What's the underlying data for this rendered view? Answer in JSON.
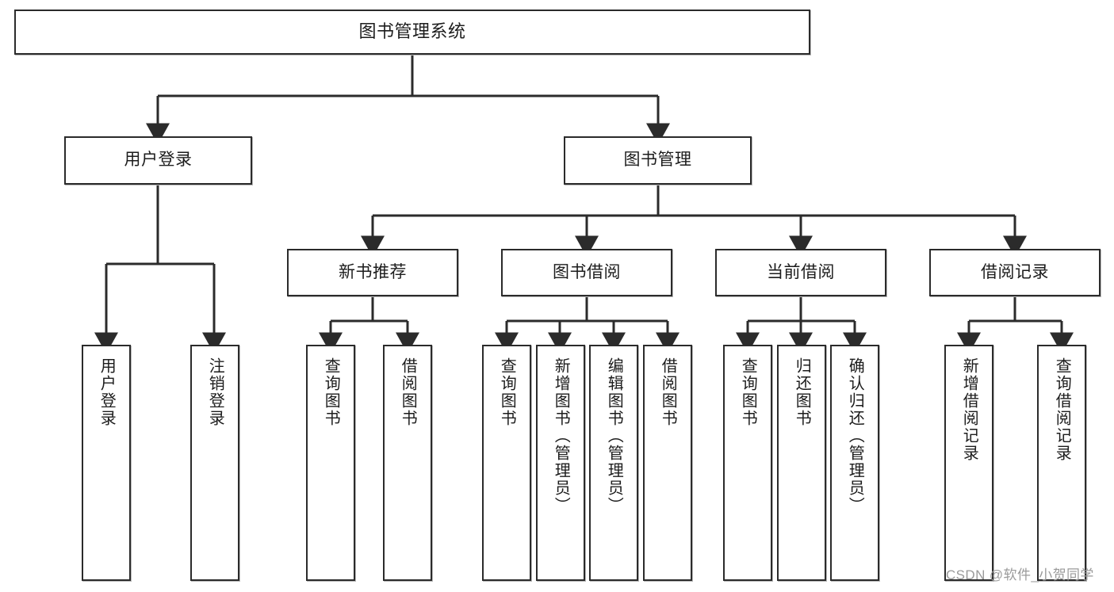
{
  "diagram": {
    "type": "tree",
    "title": "图书管理系统",
    "orientation": "top-down",
    "colors": {
      "box_border": "#2b2b2b",
      "box_fill": "#ffffff",
      "connector": "#2b2b2b",
      "watermark": "#9a9a9a",
      "background": "#ffffff"
    },
    "levels": [
      {
        "level": 1,
        "nodes": [
          {
            "id": "root",
            "label": "图书管理系统",
            "text_dir": "horizontal"
          }
        ]
      },
      {
        "level": 2,
        "nodes": [
          {
            "id": "login",
            "label": "用户登录",
            "text_dir": "horizontal",
            "parent": "root"
          },
          {
            "id": "bookmgmt",
            "label": "图书管理",
            "text_dir": "horizontal",
            "parent": "root"
          }
        ]
      },
      {
        "level": 3,
        "nodes": [
          {
            "id": "newbook",
            "label": "新书推荐",
            "text_dir": "horizontal",
            "parent": "bookmgmt"
          },
          {
            "id": "borrow",
            "label": "图书借阅",
            "text_dir": "horizontal",
            "parent": "bookmgmt"
          },
          {
            "id": "current",
            "label": "当前借阅",
            "text_dir": "horizontal",
            "parent": "bookmgmt"
          },
          {
            "id": "records",
            "label": "借阅记录",
            "text_dir": "horizontal",
            "parent": "bookmgmt"
          }
        ]
      },
      {
        "level": 4,
        "nodes": [
          {
            "id": "leaf1",
            "label": "用户登录",
            "text_dir": "vertical",
            "parent": "login"
          },
          {
            "id": "leaf2",
            "label": "注销登录",
            "text_dir": "vertical",
            "parent": "login"
          },
          {
            "id": "leaf3",
            "label": "查询图书",
            "text_dir": "vertical",
            "parent": "newbook"
          },
          {
            "id": "leaf4",
            "label": "借阅图书",
            "text_dir": "vertical",
            "parent": "newbook"
          },
          {
            "id": "leaf5",
            "label": "查询图书",
            "text_dir": "vertical",
            "parent": "borrow"
          },
          {
            "id": "leaf6",
            "label": "新增图书（管理员）",
            "text_dir": "vertical",
            "parent": "borrow"
          },
          {
            "id": "leaf7",
            "label": "编辑图书（管理员）",
            "text_dir": "vertical",
            "parent": "borrow"
          },
          {
            "id": "leaf8",
            "label": "借阅图书",
            "text_dir": "vertical",
            "parent": "borrow"
          },
          {
            "id": "leaf9",
            "label": "查询图书",
            "text_dir": "vertical",
            "parent": "current"
          },
          {
            "id": "leaf10",
            "label": "归还图书",
            "text_dir": "vertical",
            "parent": "current"
          },
          {
            "id": "leaf11",
            "label": "确认归还（管理员）",
            "text_dir": "vertical",
            "parent": "current"
          },
          {
            "id": "leaf12",
            "label": "新增借阅记录",
            "text_dir": "vertical",
            "parent": "records"
          },
          {
            "id": "leaf13",
            "label": "查询借阅记录",
            "text_dir": "vertical",
            "parent": "records"
          }
        ]
      }
    ]
  },
  "watermark": {
    "text": "CSDN @软件_小贺同学"
  }
}
